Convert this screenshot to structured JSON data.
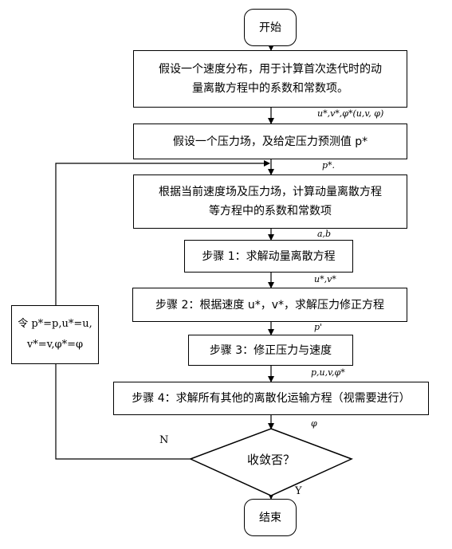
{
  "nodes": {
    "start": "开始",
    "step_assume_velocity_line1": "假设一个速度分布，用于计算首次迭代时的动",
    "step_assume_velocity_line2": "量离散方程中的系数和常数项。",
    "step_assume_pressure": "假设一个压力场，及给定压力预测值 p*",
    "step_compute_coeffs_line1": "根据当前速度场及压力场，计算动量离散方程",
    "step_compute_coeffs_line2": "等方程中的系数和常数项",
    "step1": "步骤 1：求解动量离散方程",
    "step2": "步骤 2：根据速度 u*，v*，求解压力修正方程",
    "step3": "步骤 3：修正压力与速度",
    "step4": "步骤 4：求解所有其他的离散化运输方程（视需要进行）",
    "decision": "收敛否？",
    "end": "结束",
    "update_line1": "令 p*=p,u*=u,",
    "update_line2": "v*=v,φ*=φ"
  },
  "annotations": {
    "after_velocity": "u*,v*,φ*(u,v, φ)",
    "after_pressure": "p*.",
    "after_coeffs": "a,b",
    "after_step1": "u*,v*",
    "after_step2": "p'",
    "after_step3": "p,u,v,φ*",
    "after_step4": "φ"
  },
  "edge_labels": {
    "no": "N",
    "yes": "Y"
  }
}
